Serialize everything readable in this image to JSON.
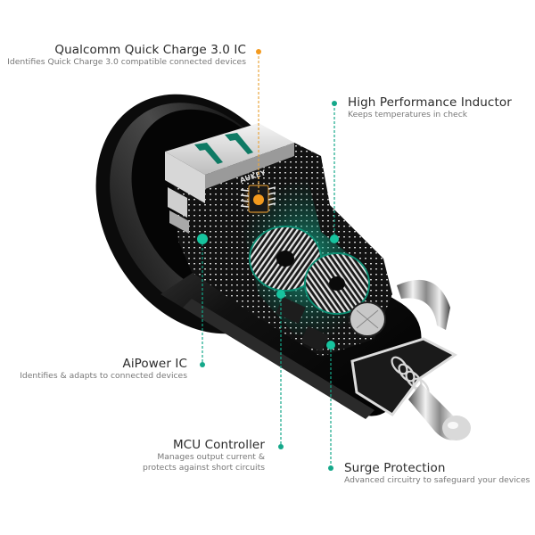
{
  "brand_marking": "AUKEY",
  "accent_colors": {
    "qc_callout": "#f39a1e",
    "callout_teal": "#14a88a",
    "pcb_glow": "#0d8f74"
  },
  "callouts": [
    {
      "id": "qualcomm-qc3",
      "title": "Qualcomm Quick Charge 3.0 IC",
      "description": "Identifies Quick Charge 3.0 compatible connected devices",
      "color": "#f39a1e"
    },
    {
      "id": "high-performance-inductor",
      "title": "High Performance Inductor",
      "description": "Keeps temperatures in check",
      "color": "#14a88a"
    },
    {
      "id": "aipower-ic",
      "title": "AiPower IC",
      "description": "Identifies & adapts to connected devices",
      "color": "#14a88a"
    },
    {
      "id": "mcu-controller",
      "title": "MCU Controller",
      "description_lines": [
        "Manages output current &",
        "protects against short circuits"
      ],
      "color": "#14a88a"
    },
    {
      "id": "surge-protection",
      "title": "Surge Protection",
      "description": "Advanced circuitry to safeguard your devices",
      "color": "#14a88a"
    }
  ]
}
